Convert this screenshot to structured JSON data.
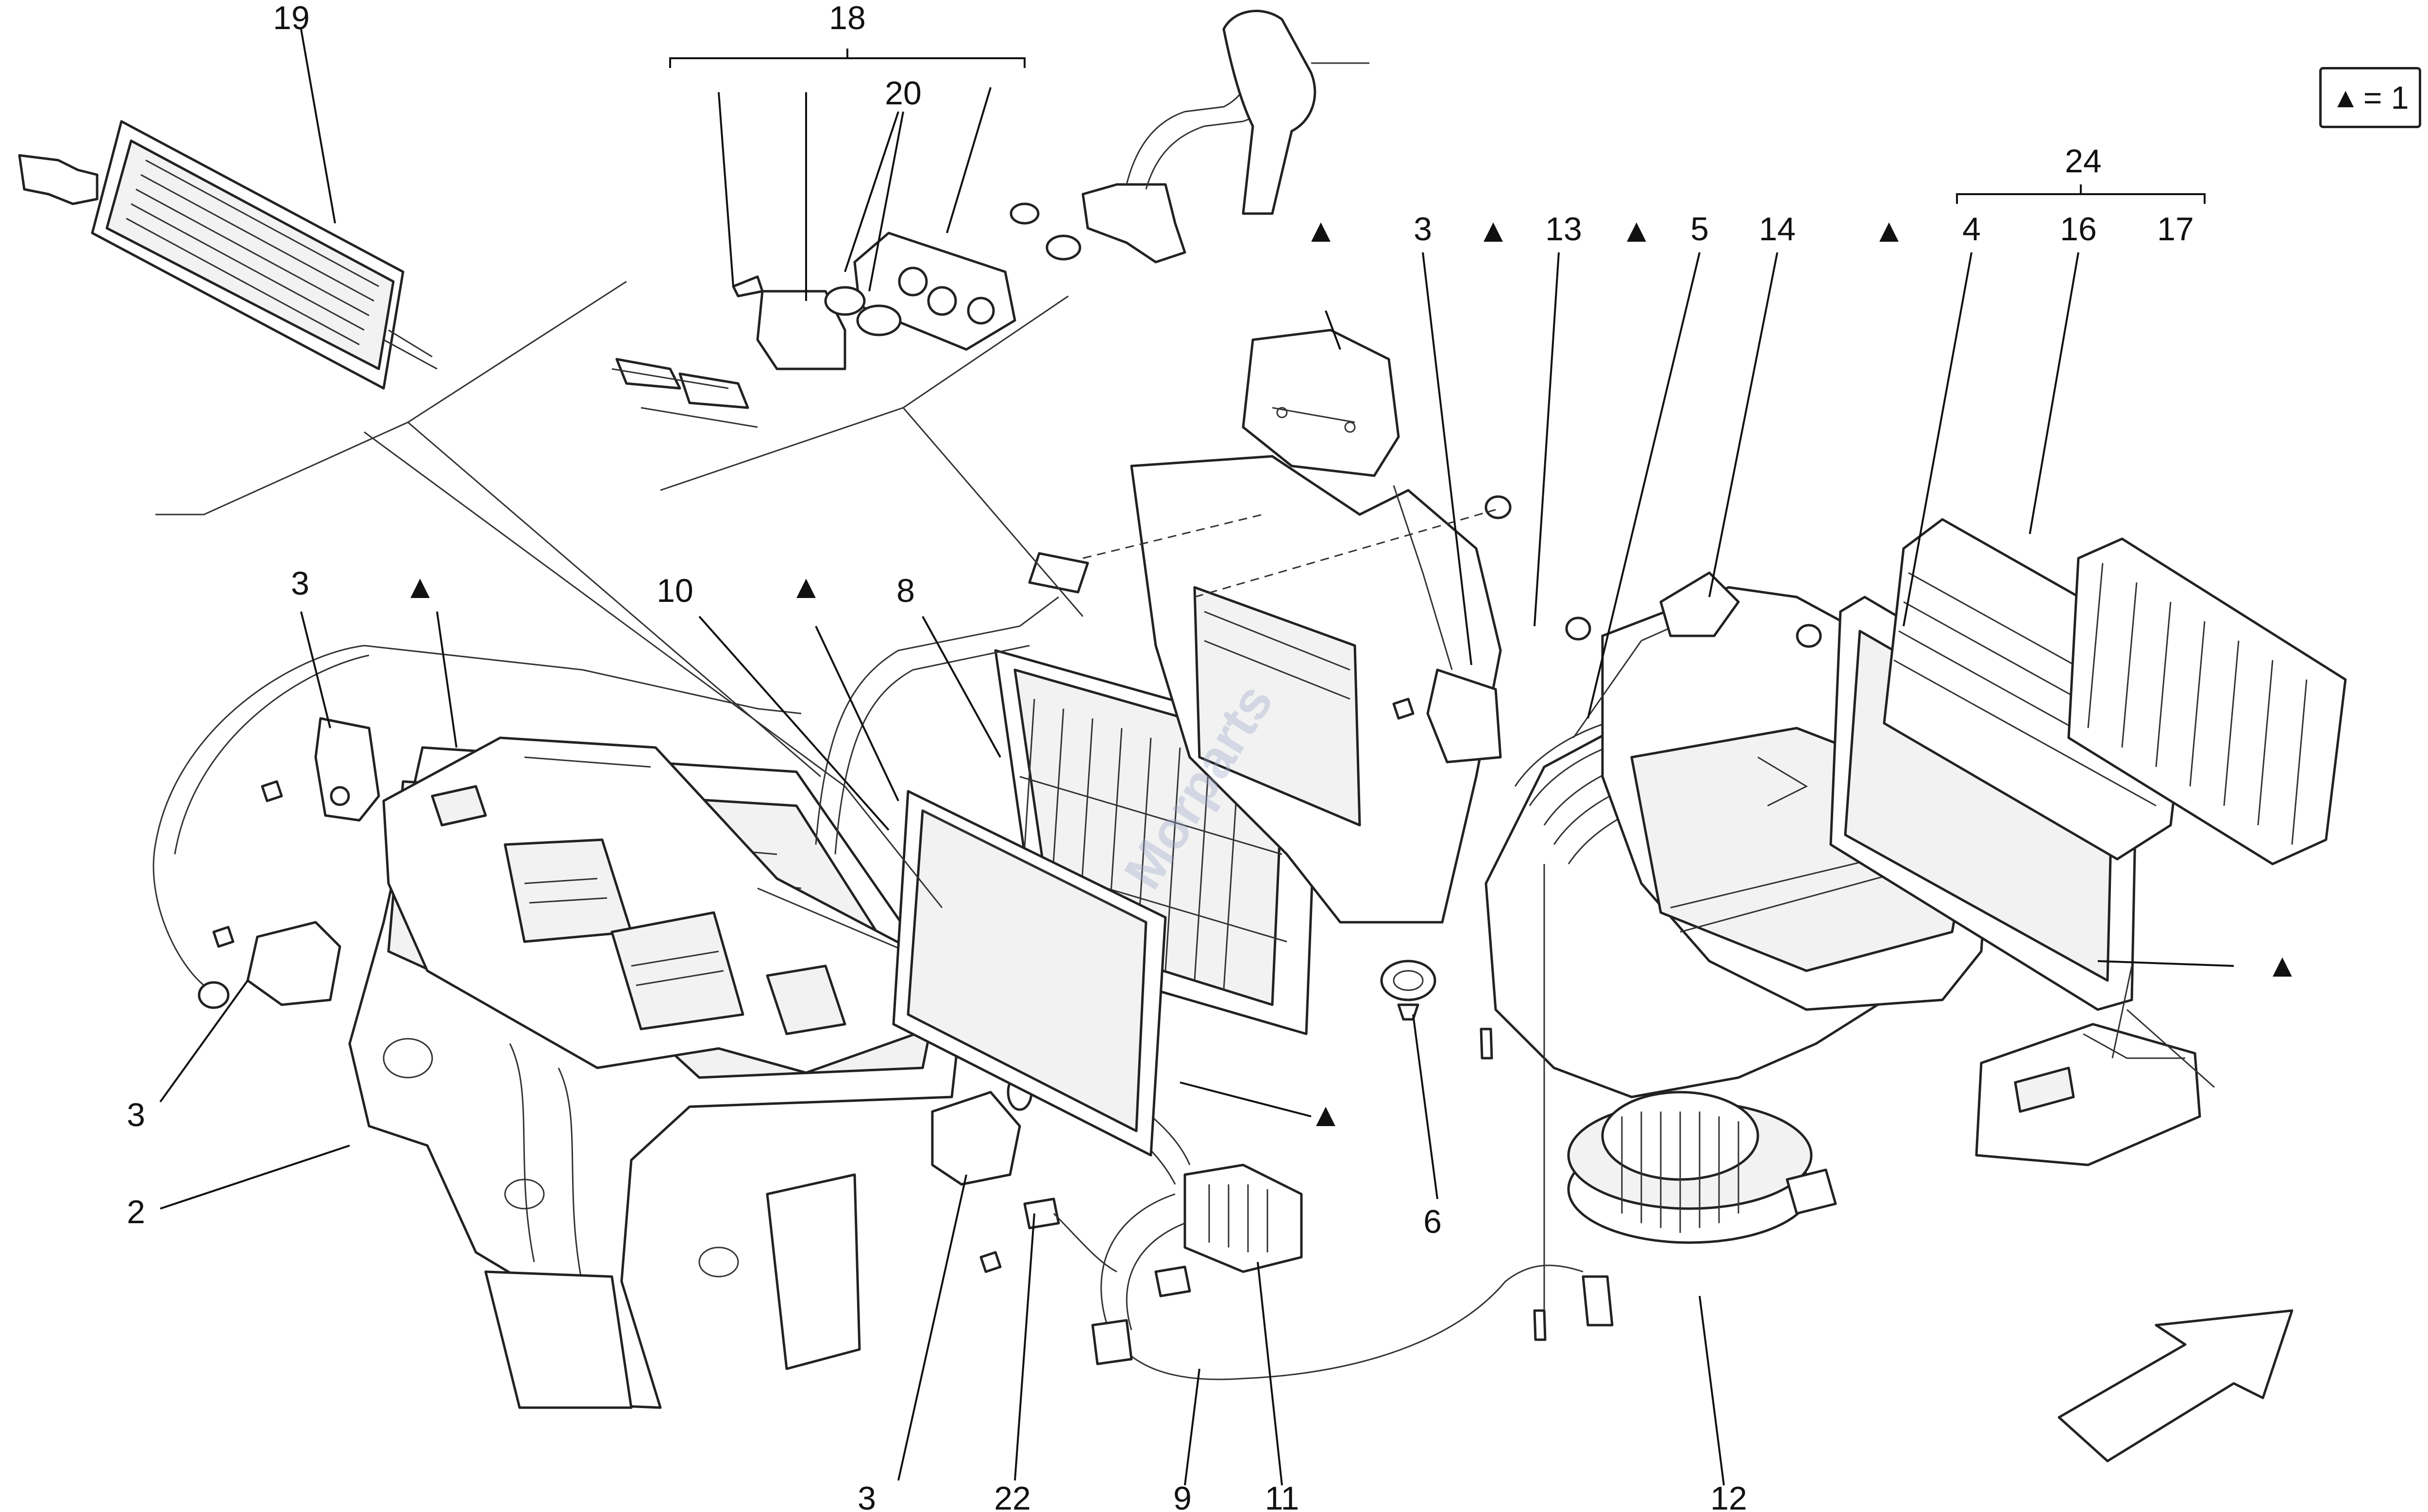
{
  "diagram": {
    "legend": {
      "marker_symbol": "▲",
      "text": "= 1"
    },
    "callouts": {
      "n2": "2",
      "n3a": "3",
      "n3b": "3",
      "n3c": "3",
      "n3d": "3",
      "n4": "4",
      "n5": "5",
      "n6": "6",
      "n8": "8",
      "n9": "9",
      "n10": "10",
      "n11": "11",
      "n12": "12",
      "n13": "13",
      "n14": "14",
      "n16": "16",
      "n17": "17",
      "n18": "18",
      "n19": "19",
      "n20": "20",
      "n22": "22",
      "n24": "24"
    },
    "markers": {
      "m1": "▲",
      "m2": "▲",
      "m3": "▲",
      "m4": "▲",
      "m5": "▲",
      "m6": "▲",
      "m7": "▲",
      "m8": "▲",
      "m9": "▲"
    },
    "watermark": "Morparts"
  }
}
